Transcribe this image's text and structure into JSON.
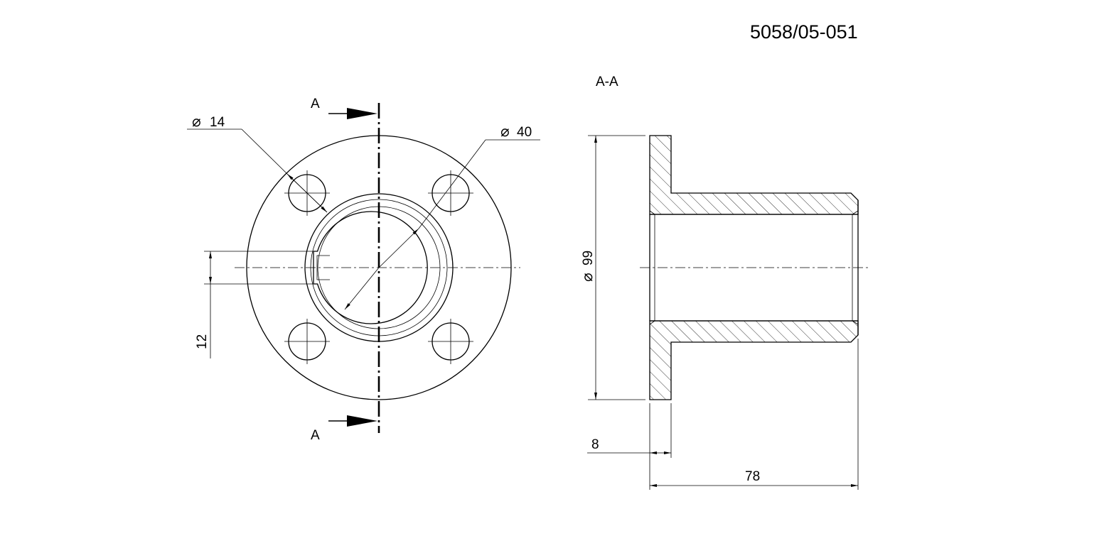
{
  "drawing_number": "5058/05-051",
  "section_title": "A-A",
  "section_marks": {
    "top": "A",
    "bottom": "A"
  },
  "dimensions": {
    "bolt_hole_dia": "14",
    "bore_dia": "40",
    "keyway_width": "12",
    "flange_dia": "99",
    "flange_thickness": "8",
    "overall_length": "78"
  },
  "diameter_symbol": "⌀",
  "colors": {
    "line": "#000000",
    "background": "#ffffff"
  }
}
